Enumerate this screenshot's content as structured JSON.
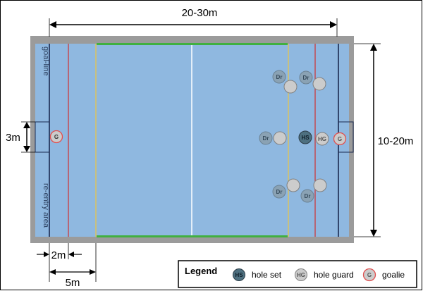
{
  "dimensions": {
    "length": "20-30m",
    "width": "10-20m",
    "goal_width": "3m",
    "two_m": "2m",
    "five_m": "5m"
  },
  "zones": {
    "goal_line": "goal-line",
    "reentry": "re-entry area"
  },
  "players": {
    "goalie_abbr": "G",
    "hole_set_abbr": "HS",
    "hole_guard_abbr": "HG",
    "driver_abbr": "Dr"
  },
  "legend": {
    "title": "Legend",
    "hole_set": "hole set",
    "hole_guard": "hole guard",
    "goalie": "goalie"
  },
  "colors": {
    "water": "#8fb8e0",
    "deck": "#9b9b9b",
    "goal_line": "#1a2a50",
    "two_m_line": "#d03030",
    "five_m_line": "#c8c080",
    "half_line": "#ffffff",
    "side_marker": "#40b040",
    "hole_set_fill": "#4e7080",
    "hole_guard_fill": "#cccccc",
    "goalie_ring": "#e05050",
    "driver_fill": "#8aa2b4"
  }
}
